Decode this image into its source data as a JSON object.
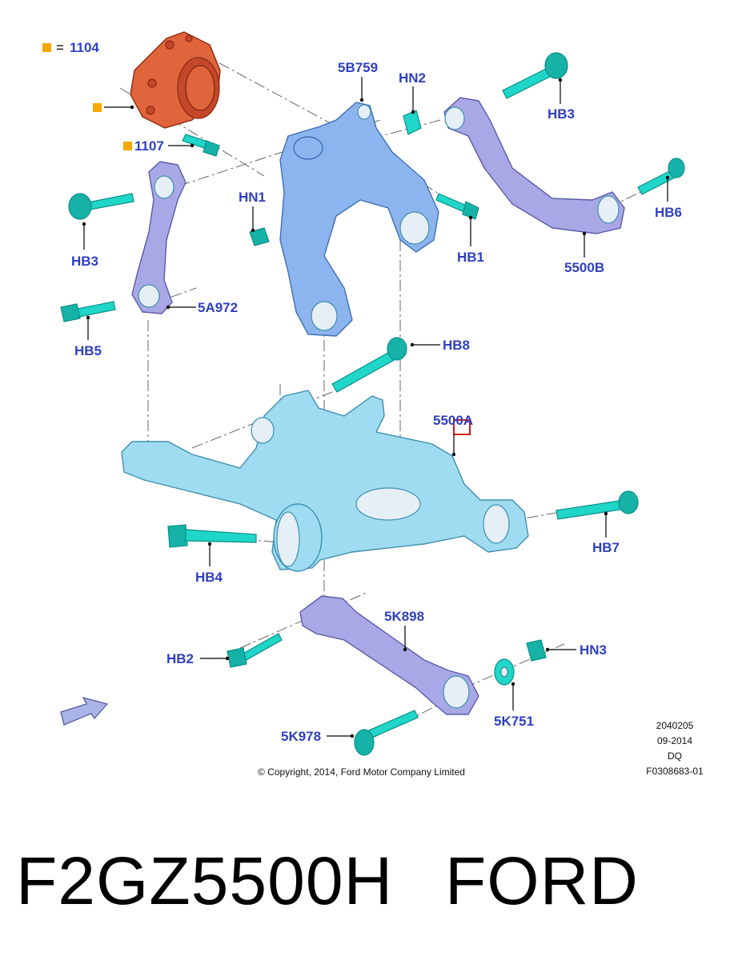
{
  "legend": {
    "symbol_color": "#f5a800",
    "equals": "=",
    "code": "1104"
  },
  "labels": {
    "hub_bearing": "1104",
    "hub_bolt": "1107",
    "knuckle": "5B759",
    "hn2": "HN2",
    "hb3_top": "HB3",
    "hn1": "HN1",
    "hb1": "HB1",
    "hb6": "HB6",
    "upper_arm": "5500B",
    "hb3_left": "HB3",
    "toe_link": "5A972",
    "hb5": "HB5",
    "hb8": "HB8",
    "lower_arm": "5500A",
    "hb7": "HB7",
    "hb4": "HB4",
    "trailing_link": "5K898",
    "hb2": "HB2",
    "hn3": "HN3",
    "cam_washer": "5K751",
    "cam_bolt": "5K978"
  },
  "meta": {
    "line1": "2040205",
    "line2": "09-2014",
    "line3": "DQ",
    "line4": "F0308683-01"
  },
  "copyright": "© Copyright, 2014, Ford Motor Company Limited",
  "part_number": "F2GZ5500H",
  "brand": "FORD",
  "colors": {
    "label_blue": "#2f3fbf",
    "hub_orange": "#e0643c",
    "bolt_teal": "#1fd6c8",
    "arm_purple": "#a9a8e6",
    "knuckle_blue": "#8cb4ee",
    "lower_arm_cyan": "#9fdcf1",
    "highlight_red": "#d01818"
  }
}
